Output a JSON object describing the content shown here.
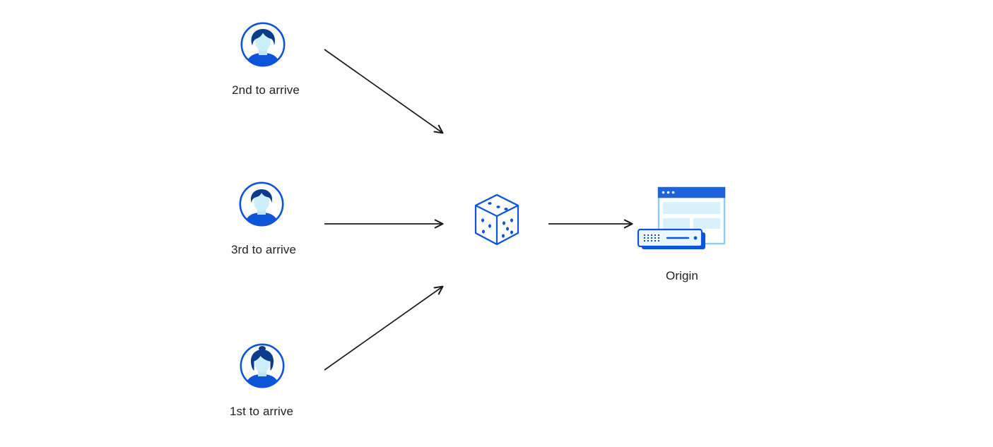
{
  "diagram": {
    "description": "Three visitors arriving in different order are routed randomly (dice) to an origin server",
    "nodes": {
      "user_second": {
        "label": "2nd to arrive",
        "icon": "user-avatar-male-icon"
      },
      "user_third": {
        "label": "3rd to arrive",
        "icon": "user-avatar-male-icon"
      },
      "user_first": {
        "label": "1st to arrive",
        "icon": "user-avatar-female-icon"
      },
      "randomizer": {
        "label": "",
        "icon": "dice-icon"
      },
      "origin": {
        "label": "Origin",
        "icon": "origin-server-icon"
      }
    },
    "edges": [
      {
        "from": "user_second",
        "to": "randomizer"
      },
      {
        "from": "user_third",
        "to": "randomizer"
      },
      {
        "from": "user_first",
        "to": "randomizer"
      },
      {
        "from": "randomizer",
        "to": "origin"
      }
    ],
    "colors": {
      "accent_blue": "#0D55D8",
      "dark_navy": "#0B3C8C",
      "light_blue_fill": "#D9F1FC",
      "pale_blue_fill": "#EAF7FD",
      "browser_border": "#8FCDEF",
      "arrow_black": "#1A1A1A",
      "label_text": "#222222",
      "background": "#FFFFFF"
    }
  }
}
